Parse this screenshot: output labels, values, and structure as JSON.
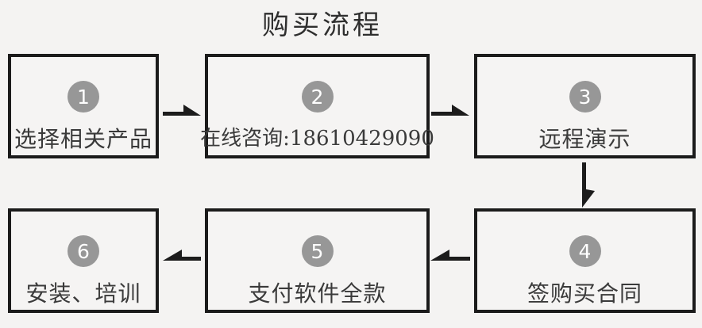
{
  "title": "购买流程",
  "steps": [
    {
      "number": "1",
      "label": "选择相关产品"
    },
    {
      "number": "2",
      "label": "在线咨询:18610429090"
    },
    {
      "number": "3",
      "label": "远程演示"
    },
    {
      "number": "4",
      "label": "签购买合同"
    },
    {
      "number": "5",
      "label": "支付软件全款"
    },
    {
      "number": "6",
      "label": "安装、培训"
    }
  ],
  "arrows": [
    {
      "from": "1",
      "to": "2",
      "direction": "right"
    },
    {
      "from": "2",
      "to": "3",
      "direction": "right"
    },
    {
      "from": "3",
      "to": "4",
      "direction": "down"
    },
    {
      "from": "4",
      "to": "5",
      "direction": "left"
    },
    {
      "from": "5",
      "to": "6",
      "direction": "left"
    }
  ],
  "colors": {
    "background": "#f4f3f2",
    "box_border": "#1b1b1b",
    "number_badge": "#979797",
    "badge_number": "#ffffff",
    "text": "#3a3a3a",
    "title_text": "#2e2e2e",
    "arrow": "#1c1c1c"
  }
}
